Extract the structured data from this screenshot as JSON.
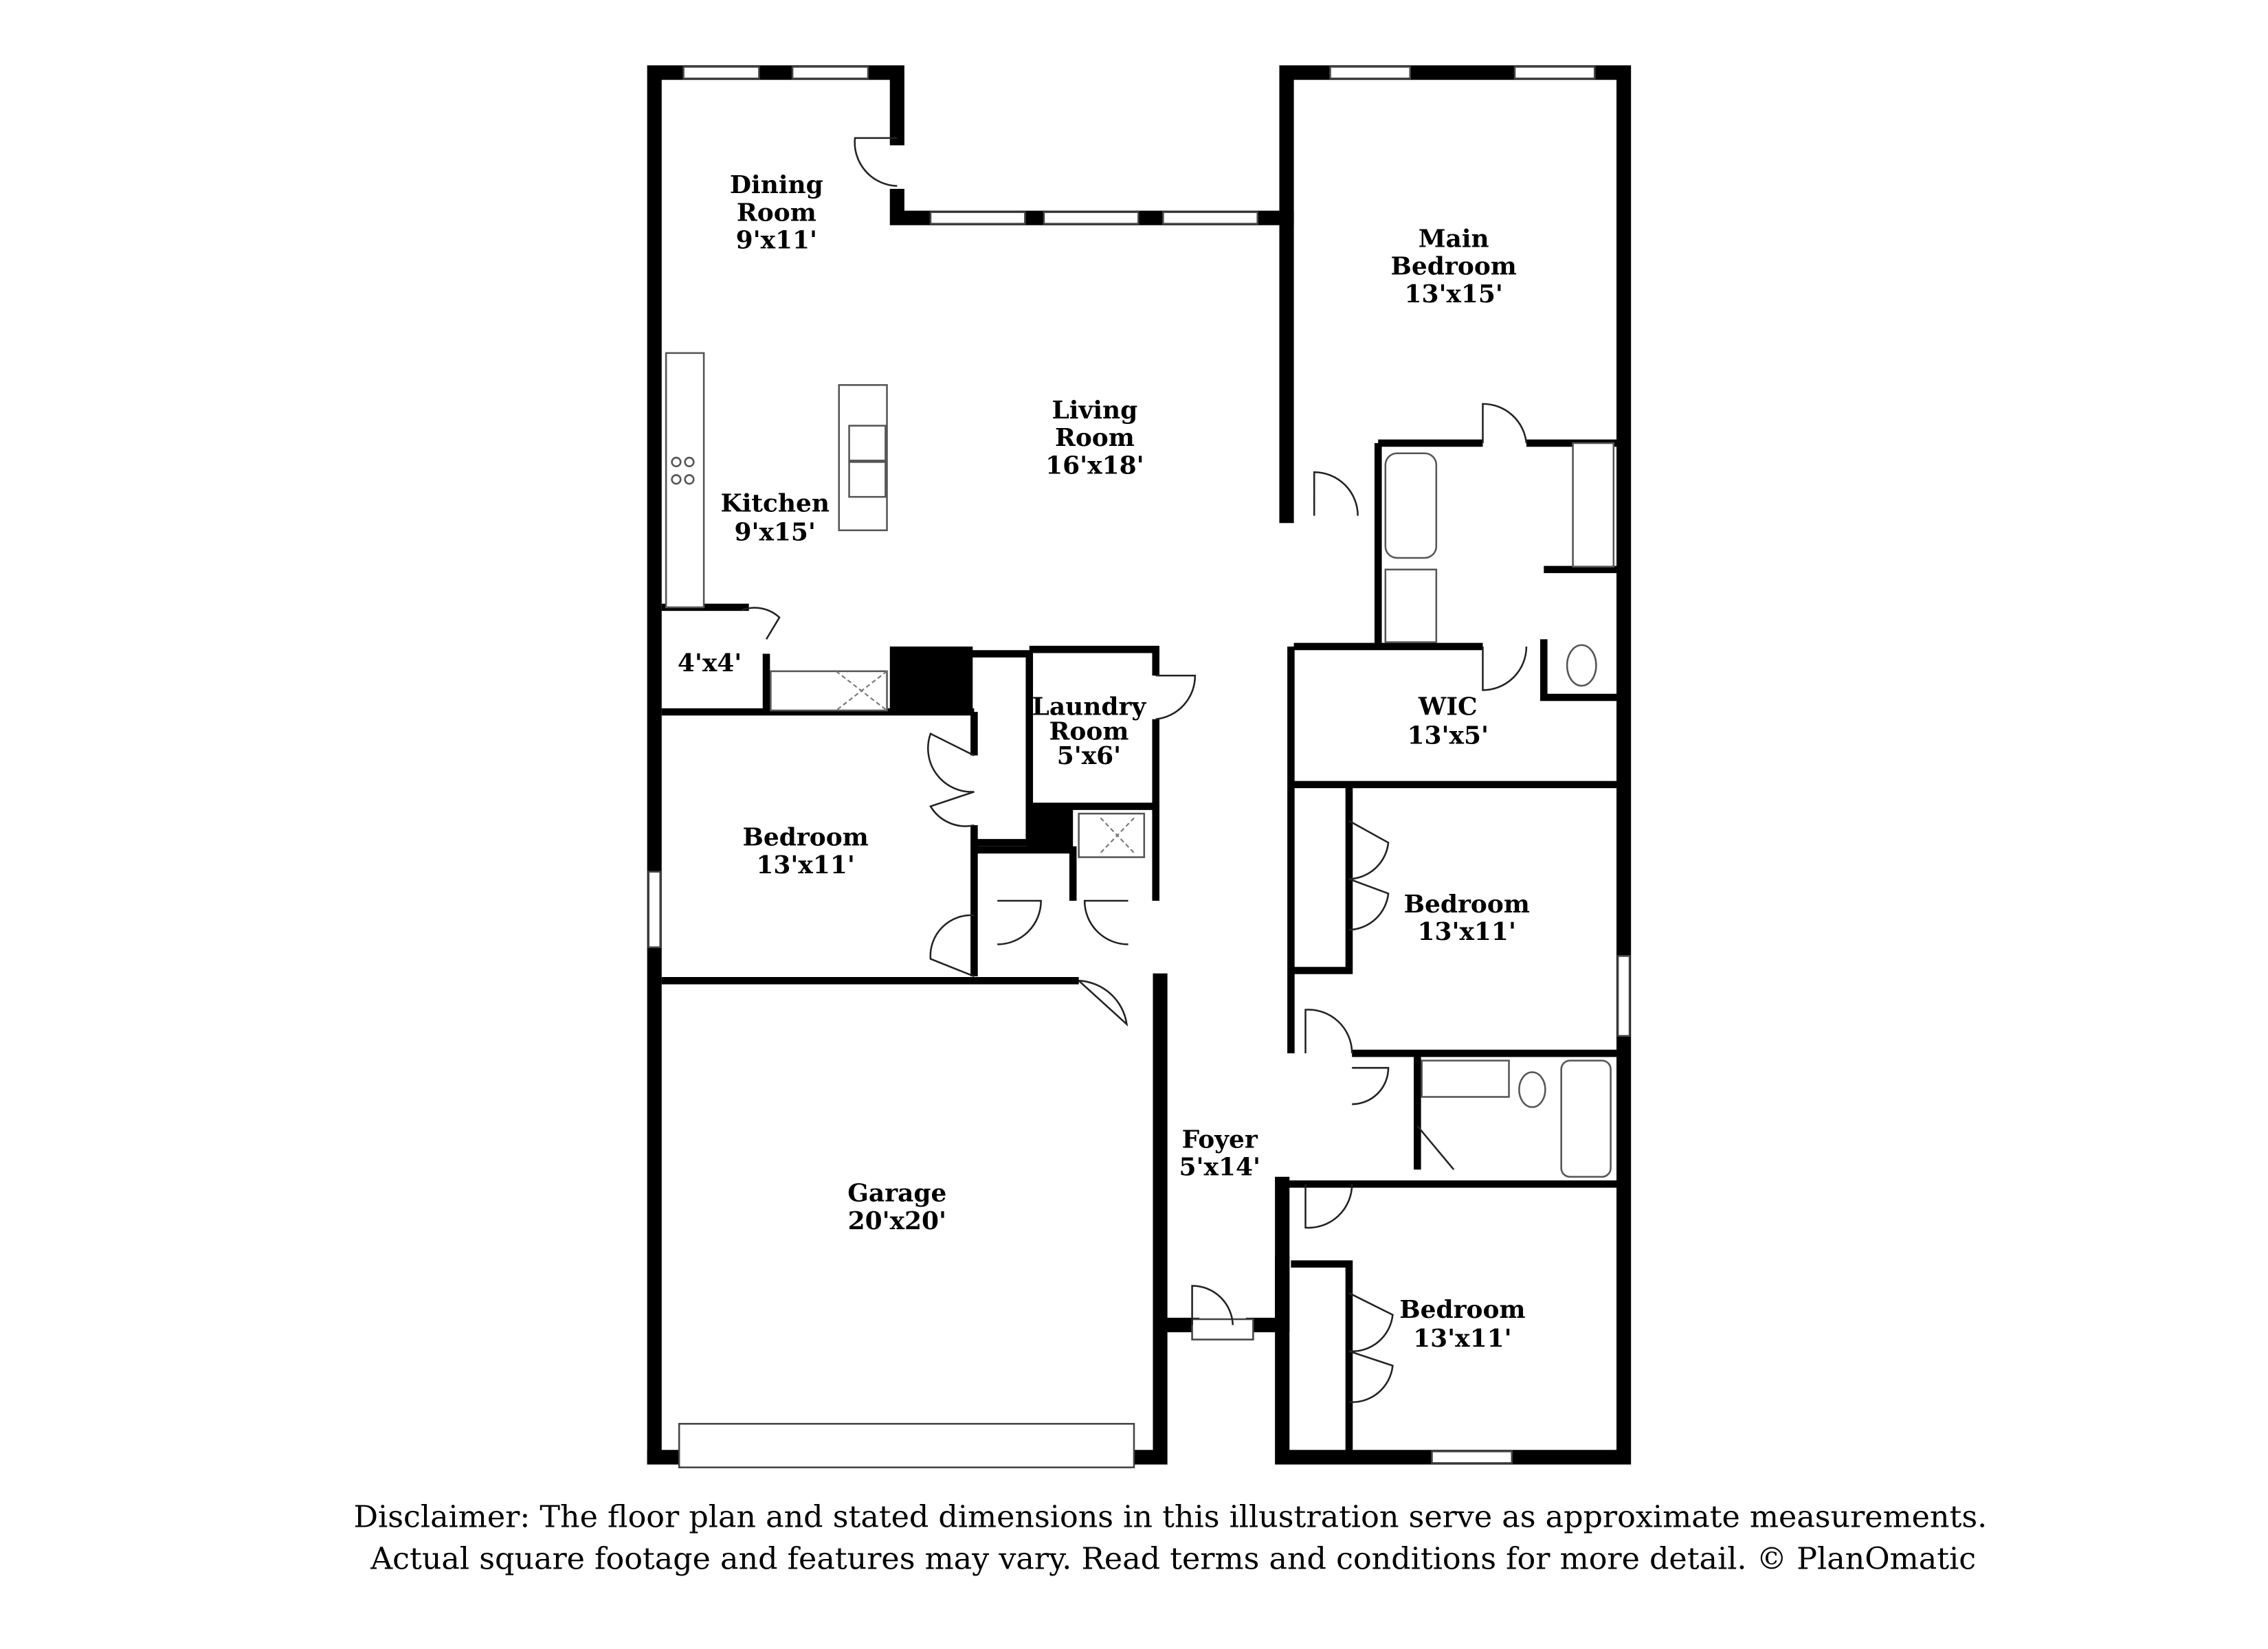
{
  "rooms": {
    "dining": {
      "name1": "Dining",
      "name2": "Room",
      "dims": "9'x11'"
    },
    "living": {
      "name1": "Living",
      "name2": "Room",
      "dims": "16'x18'"
    },
    "kitchen": {
      "name": "Kitchen",
      "dims": "9'x15'"
    },
    "pantry": {
      "dims": "4'x4'"
    },
    "laundry": {
      "name1": "Laundry",
      "name2": "Room",
      "dims": "5'x6'"
    },
    "bedroom_left": {
      "name": "Bedroom",
      "dims": "13'x11'"
    },
    "garage": {
      "name": "Garage",
      "dims": "20'x20'"
    },
    "foyer": {
      "name": "Foyer",
      "dims": "5'x14'"
    },
    "main_bedroom": {
      "name1": "Main",
      "name2": "Bedroom",
      "dims": "13'x15'"
    },
    "wic": {
      "name": "WIC",
      "dims": "13'x5'"
    },
    "bedroom_mid": {
      "name": "Bedroom",
      "dims": "13'x11'"
    },
    "bedroom_low": {
      "name": "Bedroom",
      "dims": "13'x11'"
    }
  },
  "disclaimer": {
    "line1": "Disclaimer: The floor plan and stated dimensions in this illustration serve as approximate measurements.",
    "line2": "Actual square footage and features may vary. Read terms and conditions for more detail. © PlanOmatic"
  }
}
